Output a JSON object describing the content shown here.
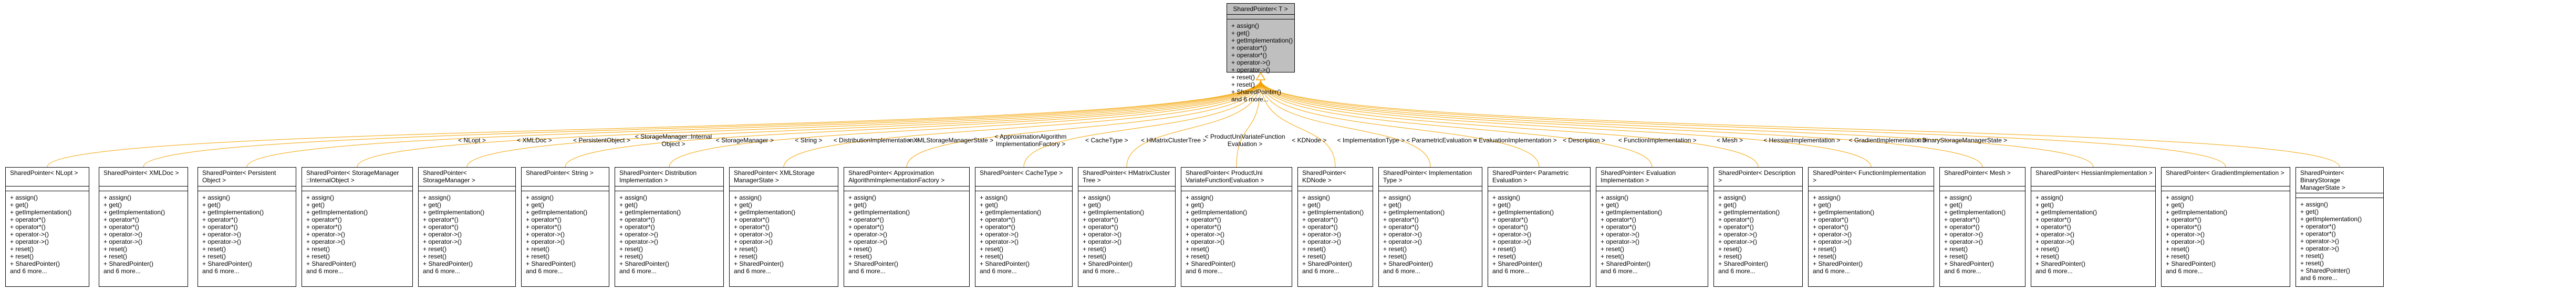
{
  "diagram": {
    "base": {
      "title": "SharedPointer< T >",
      "operations": [
        "+ assign()",
        "+ get()",
        "+ getImplementation()",
        "+ operator*()",
        "+ operator*()",
        "+ operator->()",
        "+ operator->()",
        "+ reset()",
        "+ reset()",
        "+ SharedPointer()",
        "and 6 more..."
      ]
    },
    "common_operations": [
      "+ assign()",
      "+ get()",
      "+ getImplementation()",
      "+ operator*()",
      "+ operator*()",
      "+ operator->()",
      "+ operator->()",
      "+ reset()",
      "+ reset()",
      "+ SharedPointer()",
      "and 6 more..."
    ],
    "arrow_color": "#f5a300",
    "derived": [
      {
        "title": "SharedPointer< NLopt >",
        "edge_label": "< NLopt >"
      },
      {
        "title": "SharedPointer< XMLDoc >",
        "edge_label": "< XMLDoc >"
      },
      {
        "title": "SharedPointer< Persistent\nObject >",
        "edge_label": "< PersistentObject >"
      },
      {
        "title": "SharedPointer< StorageManager\n::InternalObject >",
        "edge_label": "< StorageManager::Internal\nObject >"
      },
      {
        "title": "SharedPointer< StorageManager >",
        "edge_label": "< StorageManager >"
      },
      {
        "title": "SharedPointer< String >",
        "edge_label": "< String >"
      },
      {
        "title": "SharedPointer< Distribution\nImplementation >",
        "edge_label": "< DistributionImplementation >"
      },
      {
        "title": "SharedPointer< XMLStorage\nManagerState >",
        "edge_label": "< XMLStorageManagerState >"
      },
      {
        "title": "SharedPointer< Approximation\nAlgorithmImplementationFactory >",
        "edge_label": "< ApproximationAlgorithm\nImplementationFactory >"
      },
      {
        "title": "SharedPointer< CacheType >",
        "edge_label": "< CacheType >"
      },
      {
        "title": "SharedPointer< HMatrixCluster\nTree >",
        "edge_label": "< HMatrixClusterTree >"
      },
      {
        "title": "SharedPointer< ProductUni\nVariateFunctionEvaluation >",
        "edge_label": "< ProductUniVariateFunction\nEvaluation >"
      },
      {
        "title": "SharedPointer< KDNode >",
        "edge_label": "< KDNode >"
      },
      {
        "title": "SharedPointer< Implementation\nType >",
        "edge_label": "< ImplementationType >"
      },
      {
        "title": "SharedPointer< Parametric\nEvaluation >",
        "edge_label": "< ParametricEvaluation >"
      },
      {
        "title": "SharedPointer< Evaluation\nImplementation >",
        "edge_label": "< EvaluationImplementation >"
      },
      {
        "title": "SharedPointer< Description >",
        "edge_label": "< Description >"
      },
      {
        "title": "SharedPointer< FunctionImplementation >",
        "edge_label": "< FunctionImplementation >"
      },
      {
        "title": "SharedPointer< Mesh >",
        "edge_label": "< Mesh >"
      },
      {
        "title": "SharedPointer< HessianImplementation >",
        "edge_label": "< HessianImplementation >"
      },
      {
        "title": "SharedPointer< GradientImplementation >",
        "edge_label": "< GradientImplementation >"
      },
      {
        "title": "SharedPointer< BinaryStorage\nManagerState >",
        "edge_label": "< BinaryStorageManagerState >"
      }
    ]
  }
}
